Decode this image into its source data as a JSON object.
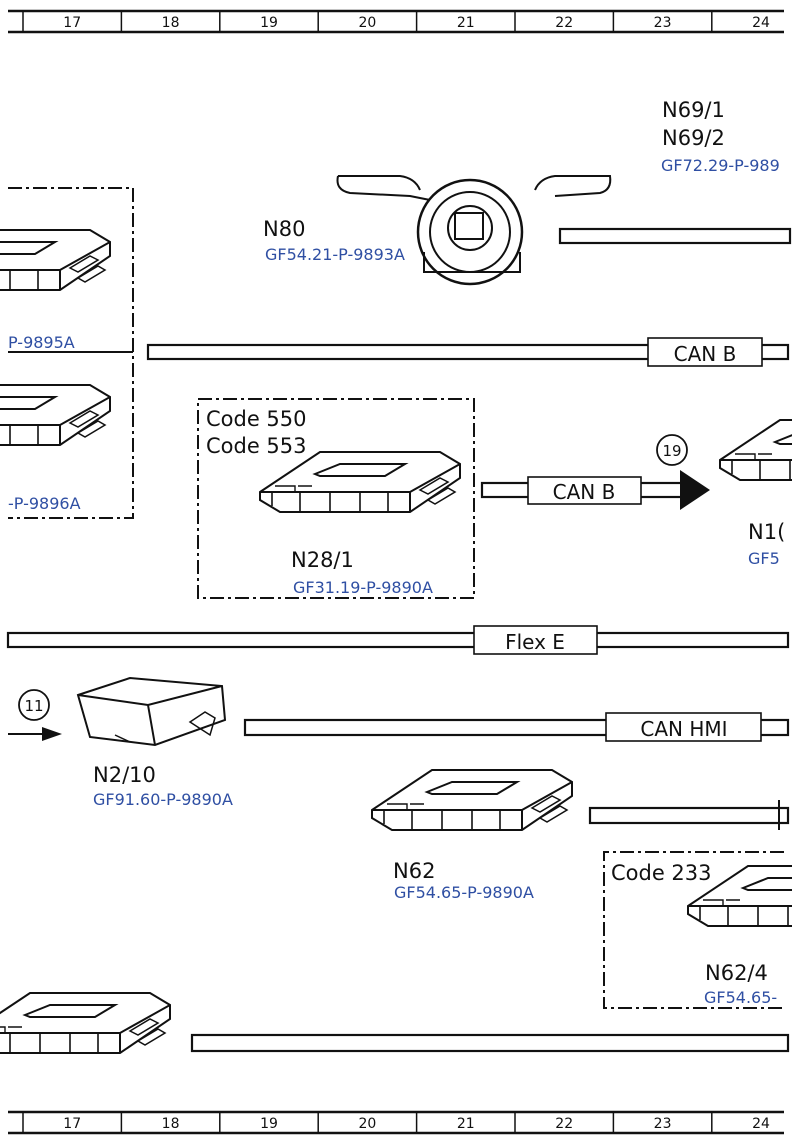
{
  "ruler": {
    "columns": [
      "17",
      "18",
      "19",
      "20",
      "21",
      "22",
      "23",
      "24"
    ]
  },
  "components": {
    "n69_1": {
      "name": "N69/1"
    },
    "n69_2": {
      "name": "N69/2",
      "ref": "GF72.29-P-989"
    },
    "n80": {
      "name": "N80",
      "ref": "GF54.21-P-9893A"
    },
    "left_unit_1": {
      "ref": "P-9895A"
    },
    "left_unit_2": {
      "ref": "-P-9896A"
    },
    "n28_1": {
      "code1": "Code 550",
      "code2": "Code 553",
      "name": "N28/1",
      "ref": "GF31.19-P-9890A"
    },
    "n10": {
      "name": "N1(",
      "ref": "GF5"
    },
    "n2_10": {
      "name": "N2/10",
      "ref": "GF91.60-P-9890A"
    },
    "n62": {
      "name": "N62",
      "ref": "GF54.65-P-9890A"
    },
    "n62_4": {
      "code": "Code 233",
      "name": "N62/4",
      "ref": "GF54.65-"
    }
  },
  "buses": {
    "can_b_top": "CAN B",
    "can_b_mid": "CAN B",
    "flex_e": "Flex E",
    "can_hmi": "CAN HMI"
  },
  "markers": {
    "m19": "19",
    "m11": "11"
  }
}
